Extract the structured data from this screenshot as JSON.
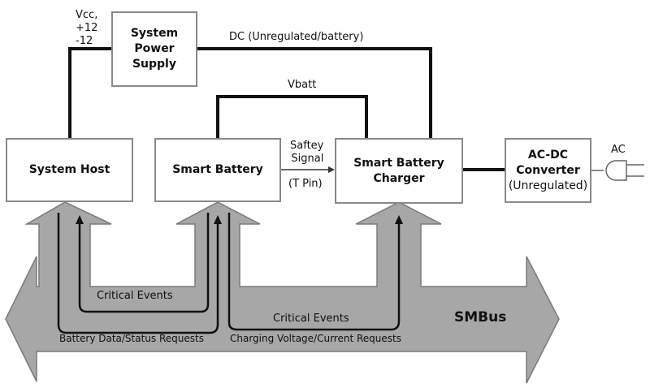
{
  "boxes": {
    "power_supply": [
      "System",
      "Power",
      "Supply"
    ],
    "system_host": "System Host",
    "smart_battery": "Smart Battery",
    "charger": [
      "Smart Battery",
      "Charger"
    ],
    "acdc": {
      "line1": "AC-DC",
      "line2": "Converter",
      "line3": "(Unregulated)"
    }
  },
  "labels": {
    "vcc": [
      "Vcc,",
      "+12",
      "-12"
    ],
    "dc": "DC (Unregulated/battery)",
    "vbatt": "Vbatt",
    "safety": [
      "Saftey",
      "Signal"
    ],
    "tpin": "(T Pin)",
    "ac": "AC"
  },
  "bus": {
    "name": "SMBus",
    "critical_events_1": "Critical Events",
    "critical_events_2": "Critical Events",
    "battery_requests": "Battery Data/Status Requests",
    "charging_requests": "Charging Voltage/Current Requests"
  },
  "colors": {
    "bus_fill": "#a7a7a7",
    "bus_stroke": "#7a7a7a",
    "box_border": "#8a8a8a",
    "wire": "#111111"
  }
}
